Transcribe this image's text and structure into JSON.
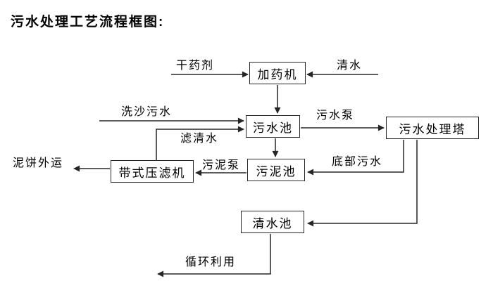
{
  "title": "污水处理工艺流程框图:",
  "nodes": {
    "dosing_machine": {
      "label": "加药机"
    },
    "sewage_pool": {
      "label": "污水池"
    },
    "treatment_tower": {
      "label": "污水处理塔"
    },
    "sludge_pool": {
      "label": "污泥池"
    },
    "belt_filter_press": {
      "label": "带式压滤机"
    },
    "clean_water_pool": {
      "label": "清水池"
    }
  },
  "edges": [
    {
      "id": "dry-chemical",
      "from": "external",
      "to": "dosing_machine",
      "label": "干药剂"
    },
    {
      "id": "clean-water-in",
      "from": "external",
      "to": "dosing_machine",
      "label": "清水"
    },
    {
      "id": "dosing-to-sewage",
      "from": "dosing_machine",
      "to": "sewage_pool",
      "label": ""
    },
    {
      "id": "sand-washing-sewage",
      "from": "external",
      "to": "sewage_pool",
      "label": "洗沙污水"
    },
    {
      "id": "filtered-water",
      "from": "belt_filter_press",
      "to": "sewage_pool",
      "label": "滤清水"
    },
    {
      "id": "sewage-pump",
      "from": "sewage_pool",
      "to": "treatment_tower",
      "label": "污水泵"
    },
    {
      "id": "sewage-to-sludge",
      "from": "sewage_pool",
      "to": "sludge_pool",
      "label": ""
    },
    {
      "id": "bottom-sewage",
      "from": "treatment_tower",
      "to": "sludge_pool",
      "label": "底部污水"
    },
    {
      "id": "sludge-pump",
      "from": "sludge_pool",
      "to": "belt_filter_press",
      "label": "污泥泵"
    },
    {
      "id": "mud-cake-outbound",
      "from": "belt_filter_press",
      "to": "external",
      "label": "泥饼外运"
    },
    {
      "id": "tower-to-clean-pool",
      "from": "treatment_tower",
      "to": "clean_water_pool",
      "label": ""
    },
    {
      "id": "recycling",
      "from": "clean_water_pool",
      "to": "external",
      "label": "循环利用"
    }
  ],
  "colors": {
    "line": "#262626",
    "text": "#000000",
    "background": "#ffffff"
  }
}
